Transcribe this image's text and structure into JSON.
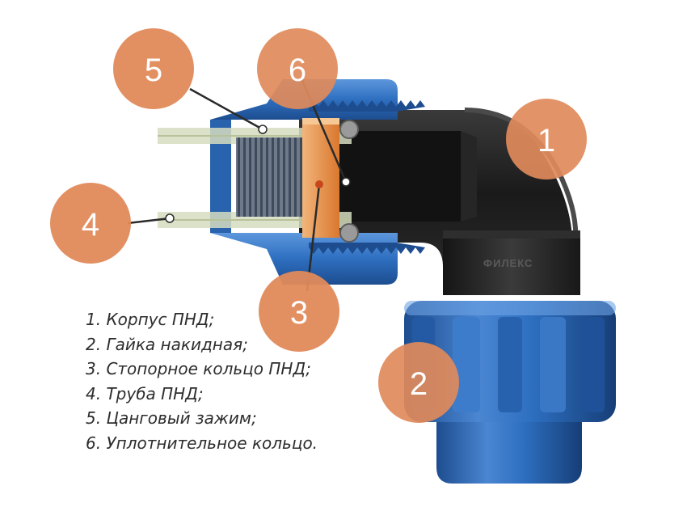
{
  "colors": {
    "callout": "#e08a5a",
    "nut_blue": "#2e6fc0",
    "nut_blue_light": "#5d97dc",
    "nut_blue_dark": "#1d4d8f",
    "body_black": "#1f1f1f",
    "pipe_green": "#d6dcbf",
    "split_ring_orange": "#e89a55",
    "leader_line": "#2a2a2a"
  },
  "callouts": [
    {
      "id": "5",
      "label": "5"
    },
    {
      "id": "6",
      "label": "6"
    },
    {
      "id": "1",
      "label": "1"
    },
    {
      "id": "4",
      "label": "4"
    },
    {
      "id": "3",
      "label": "3"
    },
    {
      "id": "2",
      "label": "2"
    }
  ],
  "brand_marking": "ФИЛЕКС",
  "legend": [
    "1. Корпус ПНД;",
    "2. Гайка накидная;",
    "3. Стопорное кольцо ПНД;",
    "4. Труба ПНД;",
    "5. Цанговый зажим;",
    "6. Уплотнительное кольцо."
  ]
}
